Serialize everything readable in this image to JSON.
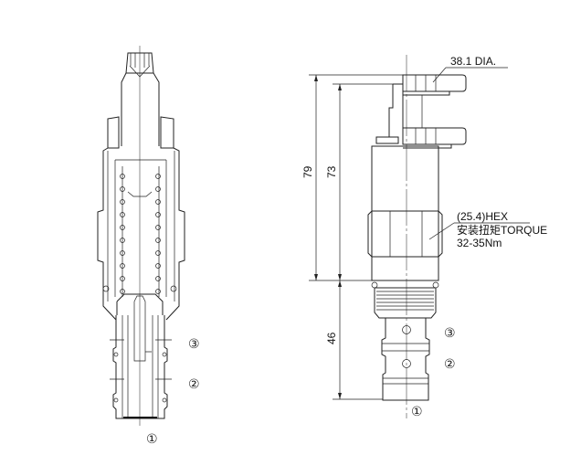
{
  "dimensions": {
    "overall_height": "79",
    "body_height": "73",
    "cartridge_length": "46",
    "diameter_label": "38.1 DIA.",
    "hex_label": "(25.4)HEX",
    "torque_label": "安装扭矩TORQUE",
    "torque_value": "32-35Nm"
  },
  "ports": {
    "section_view": [
      "③",
      "②",
      "①"
    ],
    "side_view": [
      "③",
      "②",
      "①"
    ]
  }
}
